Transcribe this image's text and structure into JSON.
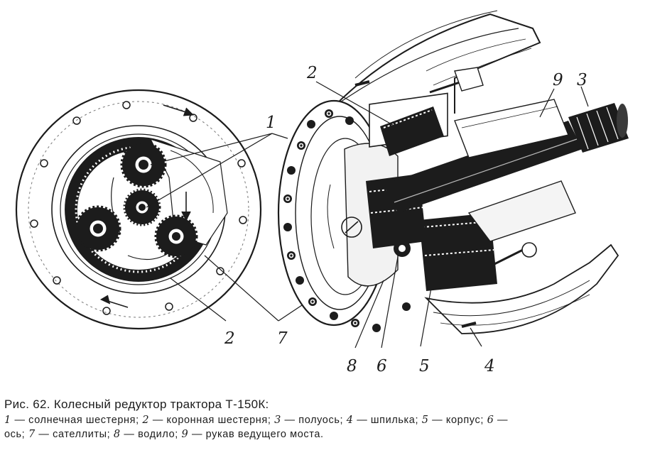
{
  "figure": {
    "callouts": {
      "c1": "1",
      "c2_top": "2",
      "c2_bottom": "2",
      "c3": "3",
      "c4": "4",
      "c5": "5",
      "c6": "6",
      "c7": "7",
      "c8": "8",
      "c9": "9"
    }
  },
  "caption": {
    "title": "Рис. 62. Колесный редуктор трактора Т-150К:",
    "legend": [
      {
        "num": "1",
        "text": " — солнечная шестерня; "
      },
      {
        "num": "2",
        "text": " — коронная шестерня; "
      },
      {
        "num": "3",
        "text": " — полуось; "
      },
      {
        "num": "4",
        "text": " — шпилька; "
      },
      {
        "num": "5",
        "text": " — корпус; "
      },
      {
        "num": "6",
        "text": " —"
      },
      {
        "text": "ось; "
      },
      {
        "num": "7",
        "text": " — сателлиты; "
      },
      {
        "num": "8",
        "text": " — водило; "
      },
      {
        "num": "9",
        "text": " — рукав ведущего моста."
      }
    ]
  }
}
